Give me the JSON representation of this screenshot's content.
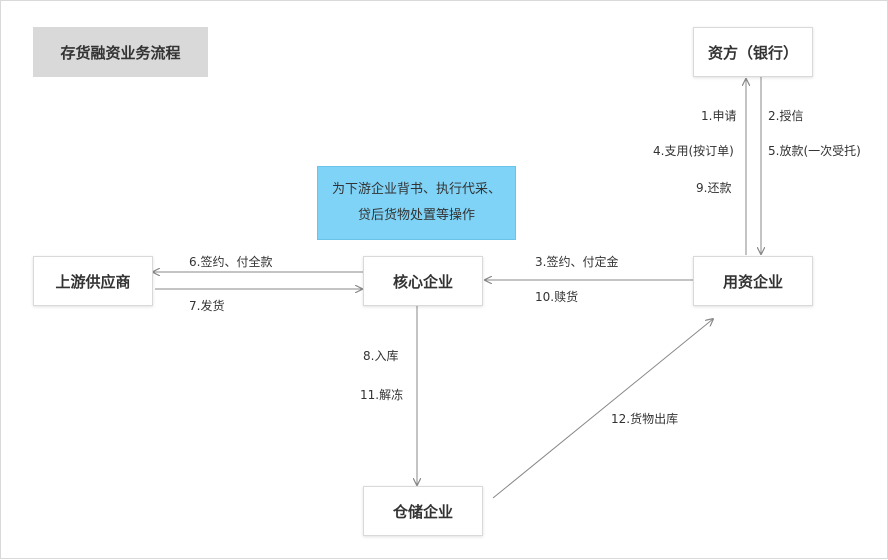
{
  "title": "存货融资业务流程",
  "nodes": {
    "bank": "资方（银行）",
    "borrower": "用资企业",
    "core": "核心企业",
    "upstream": "上游供应商",
    "warehouse": "仓储企业"
  },
  "note": "为下游企业背书、执行代采、贷后货物处置等操作",
  "labels": {
    "l1": "1.申请",
    "l2": "2.授信",
    "l3": "3.签约、付定金",
    "l4": "4.支用(按订单)",
    "l5": "5.放款(一次受托)",
    "l6": "6.签约、付全款",
    "l7": "7.发货",
    "l8": "8.入库",
    "l9": "9.还款",
    "l10": "10.赎货",
    "l11": "11.解冻",
    "l12": "12.货物出库"
  }
}
